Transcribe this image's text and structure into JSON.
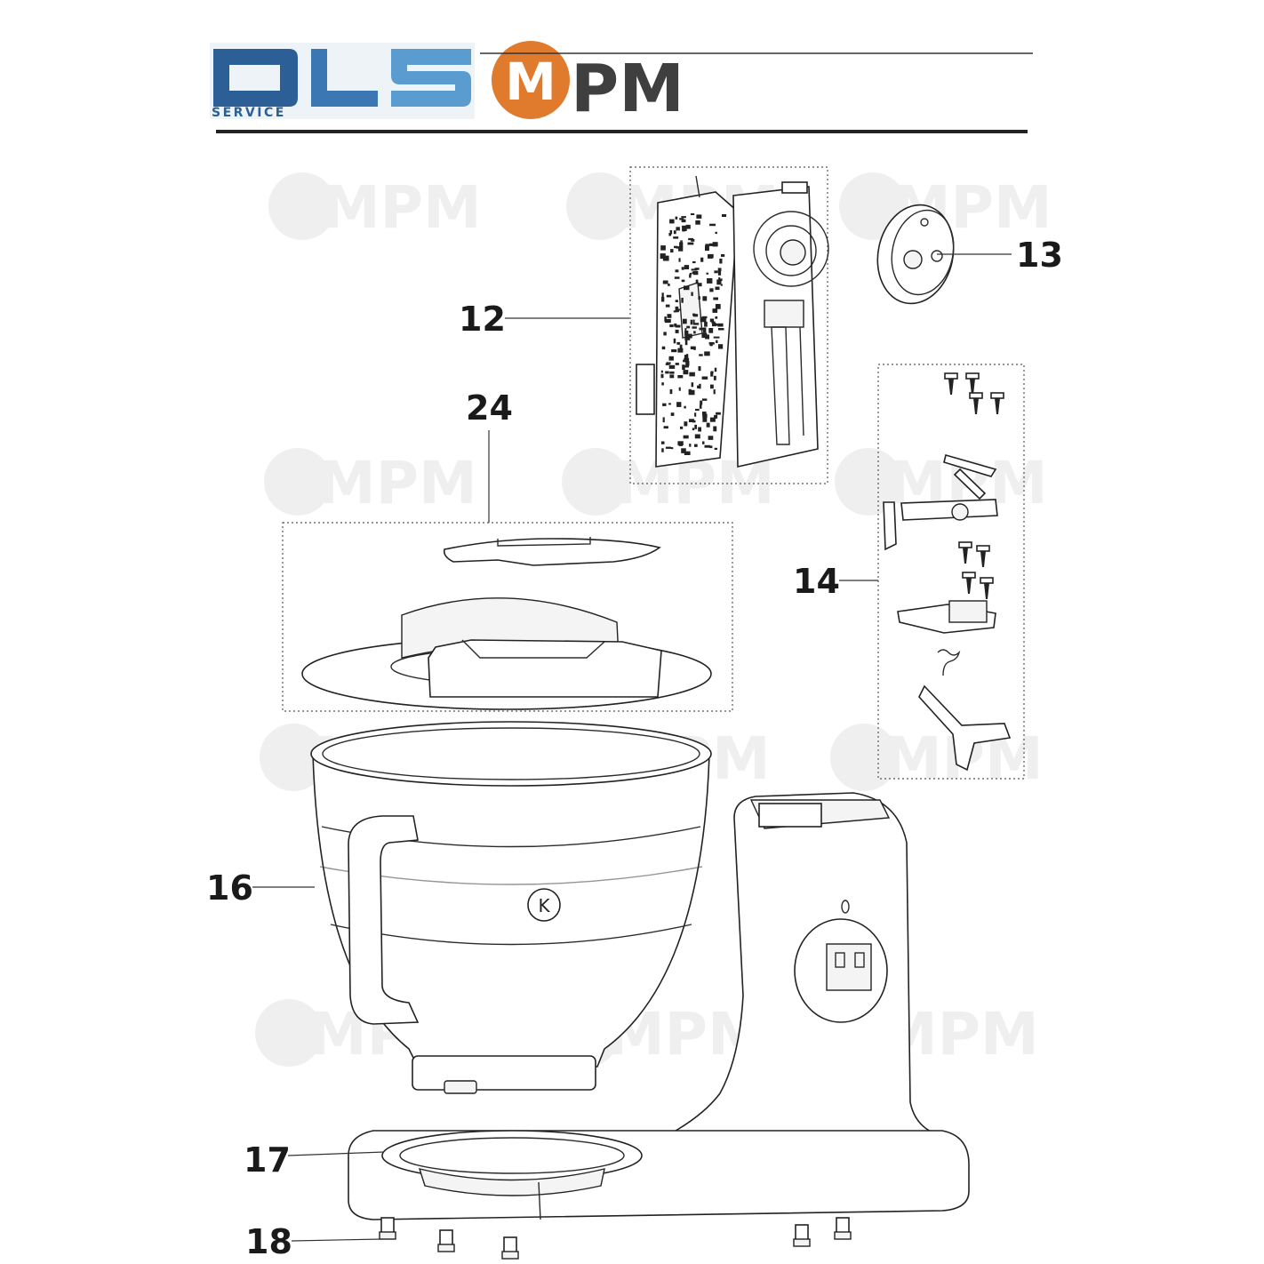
{
  "header": {
    "logo_left_text": "DLS",
    "logo_left_sub": "SERVICE",
    "logo_right_letter": "M",
    "logo_right_text": "PM"
  },
  "watermark_text": "MPM",
  "parts": [
    {
      "id": "p12",
      "label": "12"
    },
    {
      "id": "p13",
      "label": "13"
    },
    {
      "id": "p14",
      "label": "14"
    },
    {
      "id": "p16",
      "label": "16"
    },
    {
      "id": "p17",
      "label": "17"
    },
    {
      "id": "p18",
      "label": "18"
    },
    {
      "id": "p24",
      "label": "24"
    }
  ],
  "bowl_badge": "K",
  "colors": {
    "dls_blue": "#2c5f95",
    "dls_blue_light": "#5a9bd0",
    "mpm_orange": "#e07a2c",
    "mpm_gray": "#3f3f3f"
  }
}
